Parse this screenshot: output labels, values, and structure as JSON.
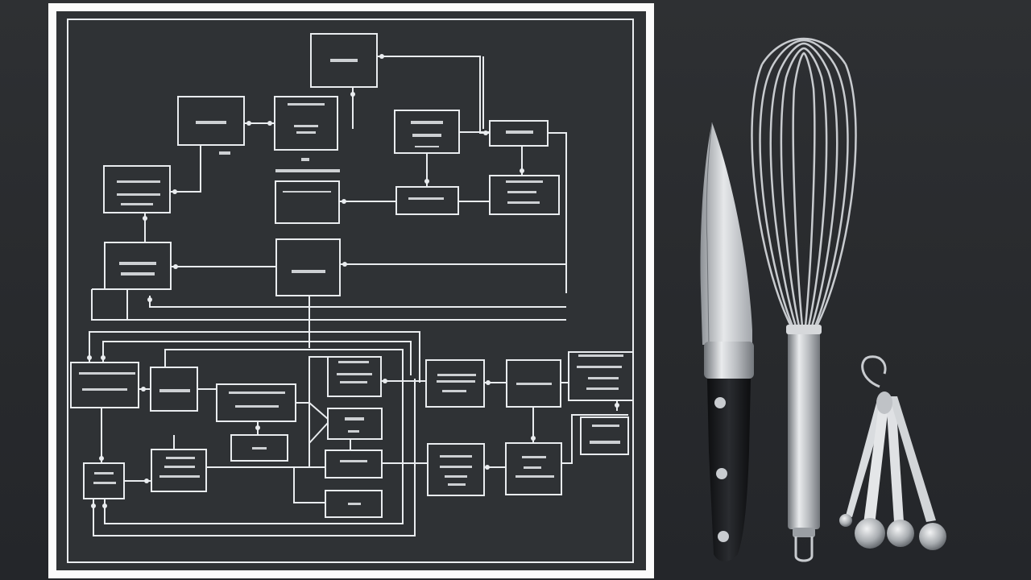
{
  "scene": {
    "background_color": "#2b2d30",
    "paper_color": "#ffffff",
    "board_color": "#2f3235",
    "line_color": "#e9ecef",
    "utensils": [
      "chef-knife",
      "balloon-whisk",
      "measuring-spoons"
    ]
  }
}
